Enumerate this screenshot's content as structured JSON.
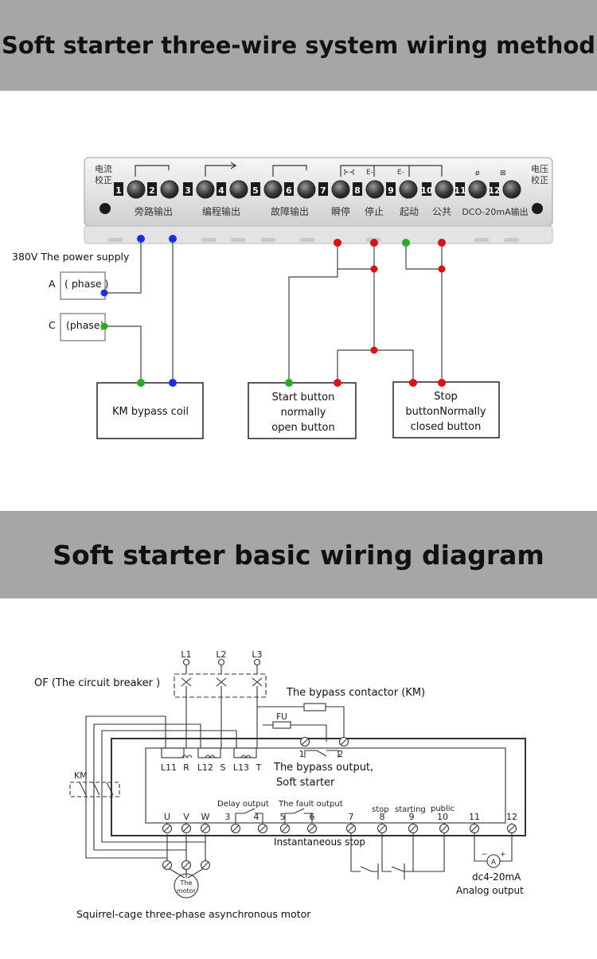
{
  "headers": {
    "top": "Soft starter three-wire system wiring method",
    "bottom": "Soft starter basic wiring diagram"
  },
  "panel": {
    "left_cjk_line1": "电流",
    "left_cjk_line2": "校正",
    "right_cjk_line1": "电压",
    "right_cjk_line2": "校正",
    "terminals": [
      "1",
      "2",
      "3",
      "4",
      "5",
      "6",
      "7",
      "8",
      "9",
      "10",
      "11",
      "12"
    ],
    "group_labels": [
      "旁路输出",
      "编程输出",
      "故障输出",
      "瞬停",
      "停止",
      "起动",
      "公共",
      "DCO-20mA输出"
    ]
  },
  "three_wire": {
    "power_supply": "380V The power supply",
    "phase_a_letter": "A",
    "phase_a": "( phase )",
    "phase_c_letter": "C",
    "phase_c": "(phase)",
    "km_coil": "KM bypass coil",
    "start_btn": [
      "Start button",
      "normally",
      "open button"
    ],
    "stop_btn": [
      "Stop",
      "buttonNormally",
      "closed button"
    ]
  },
  "basic": {
    "lines": [
      "L1",
      "L2",
      "L3"
    ],
    "breaker": "OF (The circuit breaker )",
    "bypass_contactor": "The bypass contactor (KM)",
    "fu": "FU",
    "km": "KM",
    "input_terms": [
      "L11",
      "R",
      "L12",
      "S",
      "L13",
      "T"
    ],
    "bypass_terms": [
      "1",
      "2"
    ],
    "bypass_output_1": "The bypass output,",
    "bypass_output_2": "Soft starter",
    "delay_output": "Delay output",
    "fault_output": "The fault output",
    "stop": "stop",
    "starting": "starting",
    "public": "public",
    "bottom_terms": [
      "U",
      "V",
      "W",
      "3",
      "4",
      "5",
      "6",
      "7",
      "8",
      "9",
      "10",
      "11",
      "12"
    ],
    "instantaneous_stop": "Instantaneous stop",
    "motor_1": "The",
    "motor_2": "motor",
    "ammeter": "A",
    "analog_1": "dc4-20mA",
    "analog_2": "Analog output",
    "motor_caption": "Squirrel-cage three-phase asynchronous motor"
  }
}
